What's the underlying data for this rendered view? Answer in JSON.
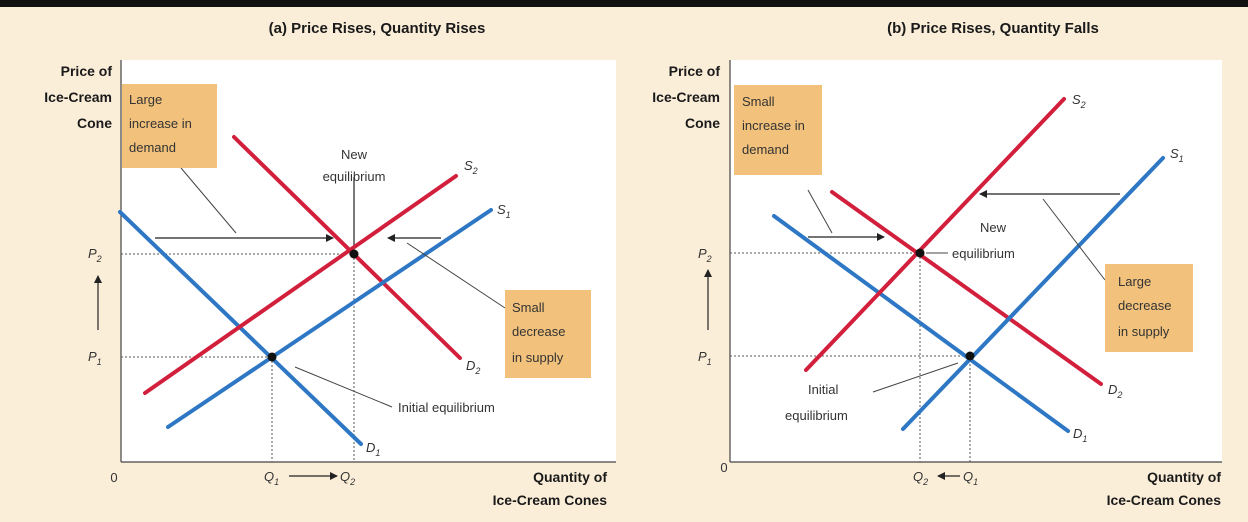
{
  "panel_a": {
    "title": "(a) Price Rises, Quantity Rises",
    "y_label": [
      "Price of",
      "Ice-Cream",
      "Cone"
    ],
    "x_label": [
      "Quantity of",
      "Ice-Cream Cones"
    ],
    "origin": "0",
    "p1": "P",
    "p1_sub": "1",
    "p2": "P",
    "p2_sub": "2",
    "q1": "Q",
    "q1_sub": "1",
    "q2": "Q",
    "q2_sub": "2",
    "s1": "S",
    "s1_sub": "1",
    "s2": "S",
    "s2_sub": "2",
    "d1": "D",
    "d1_sub": "1",
    "d2": "D",
    "d2_sub": "2",
    "box_demand": [
      "Large",
      "increase in",
      "demand"
    ],
    "box_supply": [
      "Small",
      "decrease",
      "in supply"
    ],
    "new_eq": [
      "New",
      "equilibrium"
    ],
    "initial_eq": "Initial equilibrium"
  },
  "panel_b": {
    "title": "(b) Price Rises, Quantity Falls",
    "y_label": [
      "Price of",
      "Ice-Cream",
      "Cone"
    ],
    "x_label": [
      "Quantity of",
      "Ice-Cream Cones"
    ],
    "origin": "0",
    "p1": "P",
    "p1_sub": "1",
    "p2": "P",
    "p2_sub": "2",
    "q1": "Q",
    "q1_sub": "1",
    "q2": "Q",
    "q2_sub": "2",
    "s1": "S",
    "s1_sub": "1",
    "s2": "S",
    "s2_sub": "2",
    "d1": "D",
    "d1_sub": "1",
    "d2": "D",
    "d2_sub": "2",
    "box_demand": [
      "Small",
      "increase in",
      "demand"
    ],
    "box_supply": [
      "Large",
      "decrease",
      "in supply"
    ],
    "new_eq": [
      "New",
      "equilibrium"
    ],
    "initial_eq": [
      "Initial",
      "equilibrium"
    ]
  },
  "colors": {
    "supply": "#d21f3c",
    "demand": "#2e77c4",
    "background": "#fbeed9",
    "plot": "#ffffff",
    "callout_box": "#f2c27c"
  }
}
